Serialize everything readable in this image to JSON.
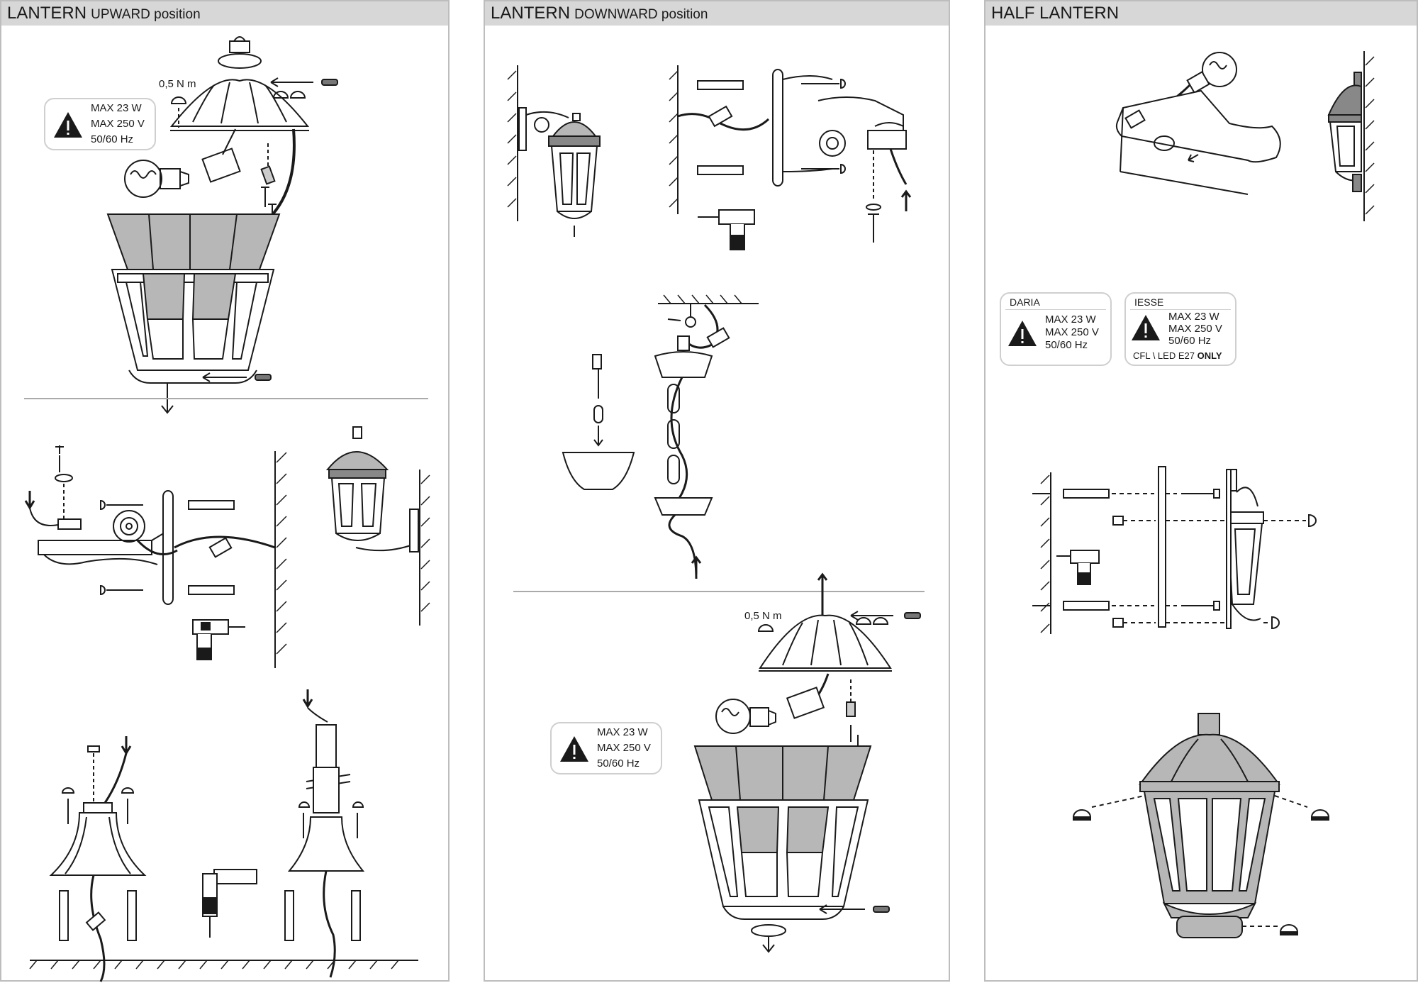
{
  "panels": [
    {
      "title_main": "LANTERN",
      "title_sub": "UPWARD position"
    },
    {
      "title_main": "LANTERN",
      "title_sub": "DOWNWARD position"
    },
    {
      "title_main": "HALF LANTERN",
      "title_sub": ""
    }
  ],
  "torque": "0,5 N m",
  "warning": {
    "line1": "MAX 23 W",
    "line2": "MAX 250 V",
    "line3": "50/60 Hz"
  },
  "daria": {
    "label": "DARIA",
    "line1": "MAX 23 W",
    "line2": "MAX 250 V",
    "line3": "50/60 Hz"
  },
  "iesse": {
    "label": "IESSE",
    "line1": "MAX 23 W",
    "line2": "MAX 250 V",
    "line3": "50/60 Hz",
    "note": "CFL \\ LED E27",
    "note_bold": "ONLY"
  },
  "icons": [
    "warning-triangle-icon",
    "bulb-icon",
    "drill-icon",
    "screw-icon",
    "wall-plug-icon",
    "arrow-icon",
    "lantern-icon",
    "bracket-icon",
    "chain-icon",
    "cable-connector-icon"
  ]
}
